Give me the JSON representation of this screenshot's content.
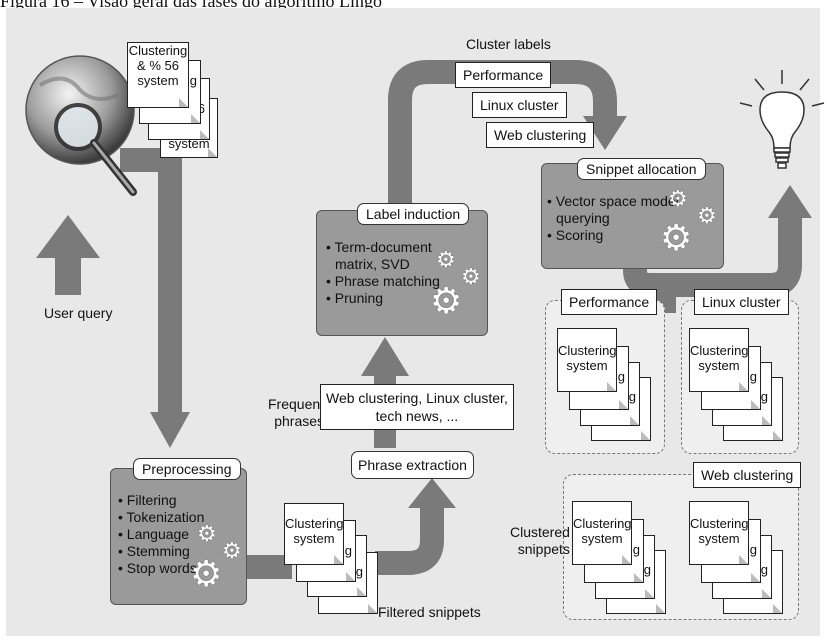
{
  "caption": "Figura 16 – Visão geral das fases do algoritmo Lingo",
  "user_query": "User query",
  "top_docs": {
    "front_lines": [
      "Clustering",
      "& % 56",
      "system"
    ],
    "second_fragment": "ng",
    "third_fragment": "6",
    "back_fragment": "system"
  },
  "preprocessing": {
    "title": "Preprocessing",
    "items": [
      "Filtering",
      "Tokenization",
      "Language",
      "Stemming",
      "Stop words"
    ]
  },
  "doc_card": {
    "front_lines": [
      "Clustering",
      "system"
    ],
    "fragment_a": "ng",
    "fragment_b": "m"
  },
  "filtered_snippets": "Filtered snippets",
  "phrase_extraction": "Phrase extraction",
  "frequent_phrases": {
    "label_line1": "Frequent",
    "label_line2": "phrases",
    "box_line1": "Web clustering, Linux cluster,",
    "box_line2": "tech news, ..."
  },
  "label_induction": {
    "title": "Label induction",
    "items": [
      "Term-document",
      "matrix, SVD",
      "Phrase matching",
      "Pruning"
    ]
  },
  "cluster_labels": {
    "heading": "Cluster labels",
    "items": [
      "Performance",
      "Linux cluster",
      "Web clustering"
    ]
  },
  "snippet_allocation": {
    "title": "Snippet allocation",
    "items": [
      "Vector space model",
      "querying",
      "Scoring"
    ]
  },
  "clusters": {
    "performance": "Performance",
    "linux": "Linux cluster",
    "web": "Web clustering"
  },
  "clustered_snippets": {
    "line1": "Clustered",
    "line2": "snippets"
  },
  "icons": [
    "globe-icon",
    "magnifier-icon",
    "lightbulb-icon",
    "gear-icon"
  ],
  "colors": {
    "arrow": "#7a7a7a",
    "box": "#9a9a9a",
    "panel": "#e8e8e8"
  }
}
